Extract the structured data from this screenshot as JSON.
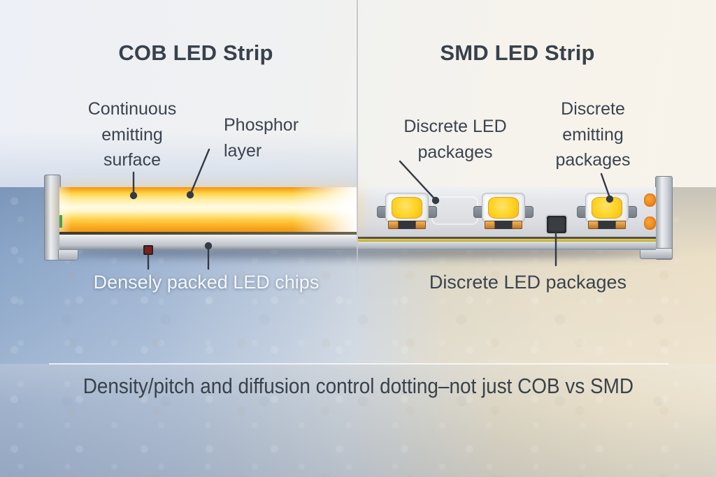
{
  "left_panel": {
    "title": "COB LED Strip",
    "label_continuous": "Continuous emitting surface",
    "label_phosphor": "Phosphor layer",
    "label_densely": "Densely packed LED chips"
  },
  "right_panel": {
    "title": "SMD LED Strip",
    "label_discrete_top": "Discrete LED packages",
    "label_emitting": "Discrete emitting packages",
    "label_discrete_bottom": "Discrete LED packages"
  },
  "footer": {
    "caption": "Density/pitch and diffusion control dotting–not just COB vs SMD"
  },
  "colors": {
    "title_text": "#38414c",
    "label_text": "#3a434e",
    "light_label_text": "#f4f7fb",
    "leader_line": "#343b44",
    "cob_glow_core": "#fffbe2",
    "cob_glow_amber": "#f9ad22",
    "cob_glow_edge": "#ee9513",
    "led_emitter_yellow": "#ffd321",
    "led_package_white": "#fbfbfc",
    "pcb_face_gray": "#e0e2e6",
    "base_channel_gray": "#c2c7ce",
    "endcap_gray": "#ccd0d6",
    "gold_accent_line": "#cdb73d",
    "resistor_dark": "#3a3d41",
    "solder_pad_orange": "#ed7f12",
    "cob_chip_red": "#7b1f1c",
    "bg_cool_blue": "#9db3d1",
    "bg_warm_beige": "#e8dfc9",
    "divider_gray": "#c6c9cd"
  }
}
